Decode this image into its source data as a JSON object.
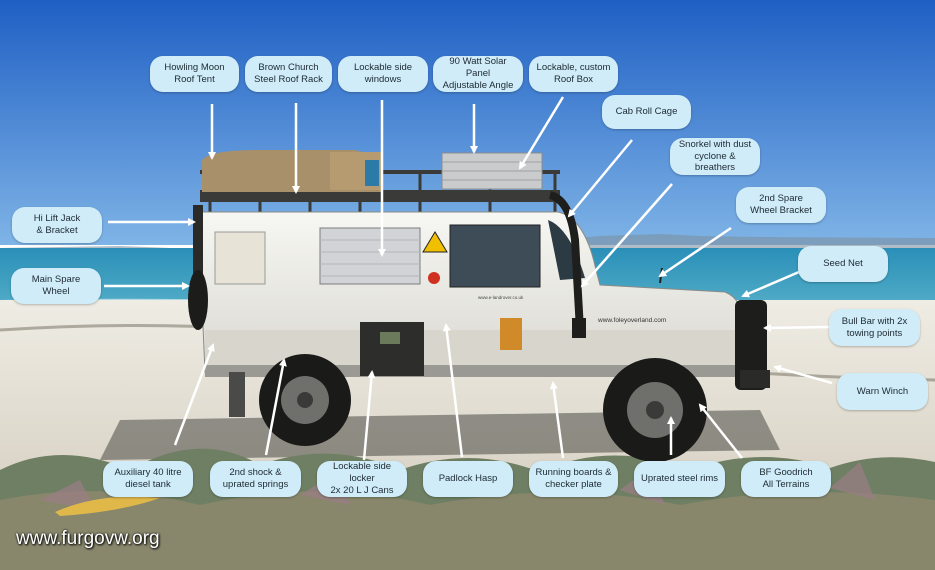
{
  "colors": {
    "callout_fill": "#cfecf8",
    "callout_text": "#1d2a33",
    "arrow": "#ffffff",
    "sky": "#2f79d6",
    "sea": "#2a8fb8",
    "sand": "#e6e2d8",
    "vehicle_body": "#eeeeea",
    "roof_tent": "#a8906a"
  },
  "callouts": {
    "roof_tent": "Howling Moon\nRoof Tent",
    "roof_rack": "Brown Church\nSteel Roof Rack",
    "side_windows": "Lockable side\nwindows",
    "solar_panel": "90 Watt Solar Panel\nAdjustable Angle",
    "roof_box": "Lockable, custom\nRoof Box",
    "roll_cage": "Cab Roll Cage",
    "snorkel": "Snorkel with dust\ncyclone & breathers",
    "spare_bracket": "2nd Spare\nWheel Bracket",
    "hi_lift": "Hi Lift Jack\n& Bracket",
    "seed_net": "Seed Net",
    "main_spare": "Main Spare Wheel",
    "bull_bar": "Bull Bar with 2x\ntowing points",
    "warn_winch": "Warn Winch",
    "diesel_tank": "Auxiliary  40 litre\ndiesel tank",
    "shock": "2nd shock &\nuprated springs",
    "side_locker": "Lockable side locker\n2x 20 L J Cans",
    "padlock": "Padlock Hasp",
    "running_boards": "Running boards &\nchecker plate",
    "steel_rims": "Uprated steel rims",
    "tyres": "BF Goodrich\nAll Terrains"
  },
  "vehicle_text": {
    "side_url": "www.foleyoverland.com",
    "door_url": "www.e-landrover.co.uk"
  },
  "watermark": "www.furgovw.org"
}
